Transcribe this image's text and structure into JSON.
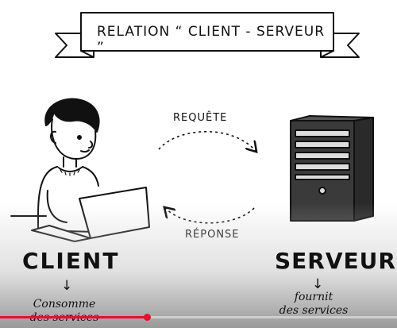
{
  "banner": {
    "title": "RELATION “ CLIENT - SERVEUR ”"
  },
  "arrows": {
    "request_label": "REQUÊTE",
    "response_label": "RÉPONSE"
  },
  "client": {
    "label": "CLIENT",
    "arrow": "↓",
    "line1": "Consomme",
    "line2": "des services"
  },
  "server": {
    "label": "SERVEUR",
    "arrow": "↓",
    "line1": "fournit",
    "line2": "des services"
  },
  "video": {
    "progress_fraction": 0.37,
    "accent_color": "#e5102b"
  }
}
